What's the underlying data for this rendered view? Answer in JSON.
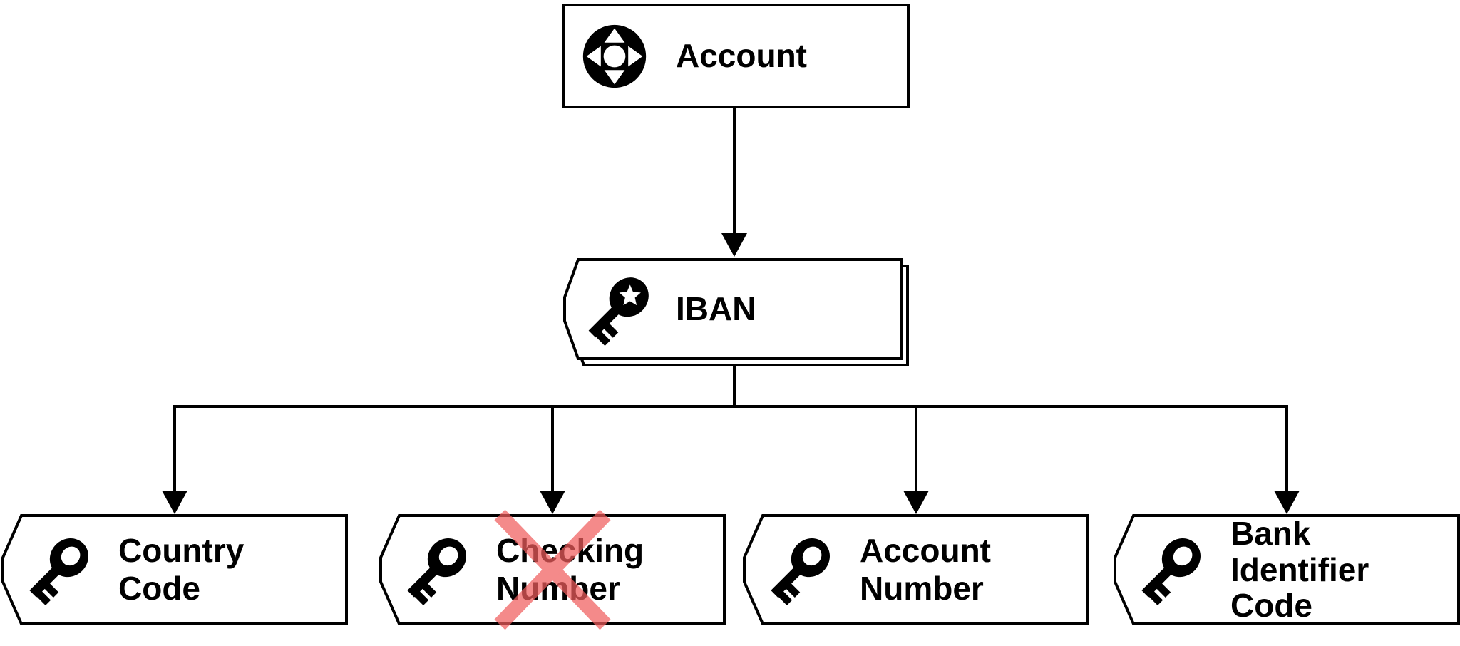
{
  "diagram": {
    "type": "entity-attribute-tree",
    "colors": {
      "stroke": "#000000",
      "shape_fill": "#ffffff",
      "text": "#000000",
      "cross_out": "#f15e5e"
    },
    "nodes": {
      "account": {
        "label": "Account",
        "icon": "move-icon",
        "shape": "rectangle"
      },
      "iban": {
        "label": "IBAN",
        "icon": "primary-key-star-icon",
        "shape": "tag",
        "stacked": true
      },
      "children": [
        {
          "id": "country-code",
          "icon": "key-icon",
          "shape": "tag",
          "lines": [
            "Country",
            "Code"
          ],
          "crossed_out": false
        },
        {
          "id": "checking-number",
          "icon": "key-icon",
          "shape": "tag",
          "lines": [
            "Checking",
            "Number"
          ],
          "crossed_out": true
        },
        {
          "id": "account-number",
          "icon": "key-icon",
          "shape": "tag",
          "lines": [
            "Account",
            "Number"
          ],
          "crossed_out": false
        },
        {
          "id": "bank-identifier-code",
          "icon": "key-icon",
          "shape": "tag",
          "lines": [
            "Bank",
            "Identifier",
            "Code"
          ],
          "crossed_out": false
        }
      ]
    },
    "edges": [
      {
        "from": "Account",
        "to": "IBAN"
      },
      {
        "from": "IBAN",
        "to": "Country Code"
      },
      {
        "from": "IBAN",
        "to": "Checking Number"
      },
      {
        "from": "IBAN",
        "to": "Account Number"
      },
      {
        "from": "IBAN",
        "to": "Bank Identifier Code"
      }
    ]
  }
}
